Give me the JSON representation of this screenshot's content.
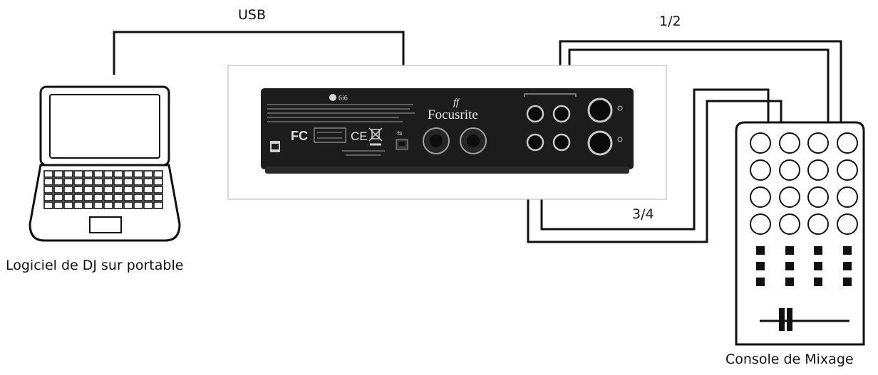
{
  "labels": {
    "usb": "USB",
    "out_1_2": "1/2",
    "out_3_4": "3/4",
    "laptop": "Logiciel de DJ sur portable",
    "mixer": "Console de Mixage"
  },
  "interface": {
    "brand": "Focusrite",
    "brand_mark": "ff",
    "model": "6i6",
    "certifications": [
      "FC",
      "CE"
    ]
  },
  "colors": {
    "line": "#111111",
    "device_body": "#1c1c1c",
    "panel_frame": "#bdbdbd"
  },
  "icons": [
    "laptop-icon",
    "audio-interface",
    "mixer-console-icon",
    "usb-symbol-icon",
    "weee-bin-icon"
  ]
}
